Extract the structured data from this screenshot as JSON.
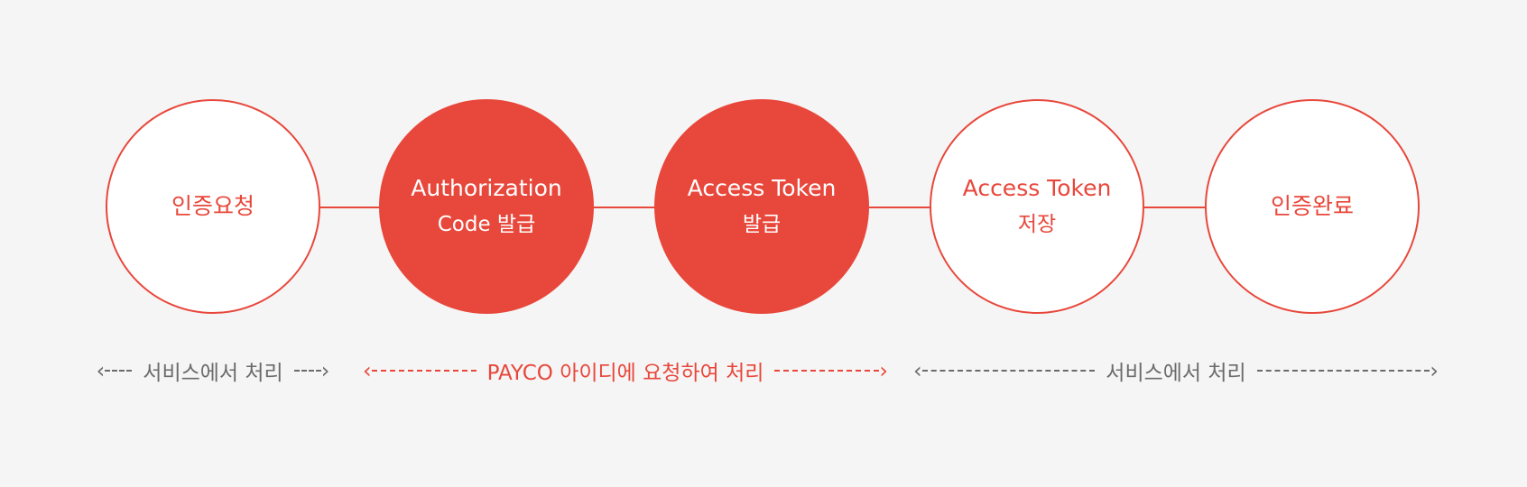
{
  "steps": [
    {
      "lines": [
        "인증요청"
      ],
      "filled": false
    },
    {
      "lines": [
        "Authorization",
        "Code 발급"
      ],
      "filled": true
    },
    {
      "lines": [
        "Access Token",
        "발급"
      ],
      "filled": true
    },
    {
      "lines": [
        "Access Token",
        "저장"
      ],
      "filled": false
    },
    {
      "lines": [
        "인증완료"
      ],
      "filled": false
    }
  ],
  "ranges": [
    {
      "label": "서비스에서 처리",
      "color": "gray"
    },
    {
      "label": "PAYCO 아이디에 요청하여 처리",
      "color": "red"
    },
    {
      "label": "서비스에서 처리",
      "color": "gray"
    }
  ],
  "colors": {
    "accent": "#e8473b",
    "muted": "#6b6b6b",
    "background": "#f5f5f5"
  }
}
